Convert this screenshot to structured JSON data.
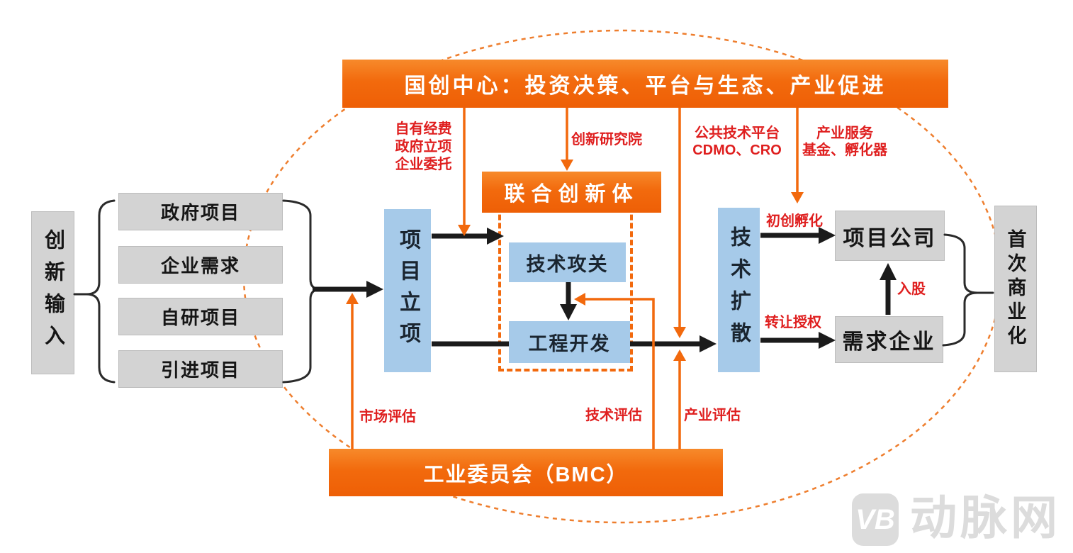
{
  "title_banner": {
    "label": "国创中心：投资决策、平台与生态、产业促进"
  },
  "bottom_banner": {
    "label": "工业委员会（BMC）"
  },
  "annotations": {
    "funding": "自有经费\n政府立项\n企业委托",
    "innovation_institute": "创新研究院",
    "public_platform": "公共技术平台\nCDMO、CRO",
    "industry_service": "产业服务\n基金、孵化器",
    "startup_incubation": "初创孵化",
    "transfer_license": "转让授权",
    "equity_investment": "入股",
    "market_evaluation": "市场评估",
    "tech_evaluation": "技术评估",
    "industry_evaluation": "产业评估"
  },
  "left": {
    "innovation_input": "创新输入",
    "sources": [
      {
        "label": "政府项目"
      },
      {
        "label": "企业需求"
      },
      {
        "label": "自研项目"
      },
      {
        "label": "引进项目"
      }
    ]
  },
  "middle": {
    "project_initiation": "项目立项",
    "joint_innovation_body": "联合创新体",
    "tech_research": "技术攻关",
    "engineering_dev": "工程开发"
  },
  "right": {
    "tech_diffusion": "技术扩散",
    "project_company": "项目公司",
    "demand_enterprise": "需求企业",
    "first_commercialization": "首次商业化"
  },
  "watermark": {
    "logo": "VB",
    "name": "动脉网"
  },
  "colors": {
    "orange": "#f2690d",
    "orange_dash": "#ee7e2e",
    "red_label": "#df1f1f",
    "blue_box": "#a6cae9",
    "gray_box": "#d3d3d3",
    "arrow_black": "#1b1b1b"
  }
}
